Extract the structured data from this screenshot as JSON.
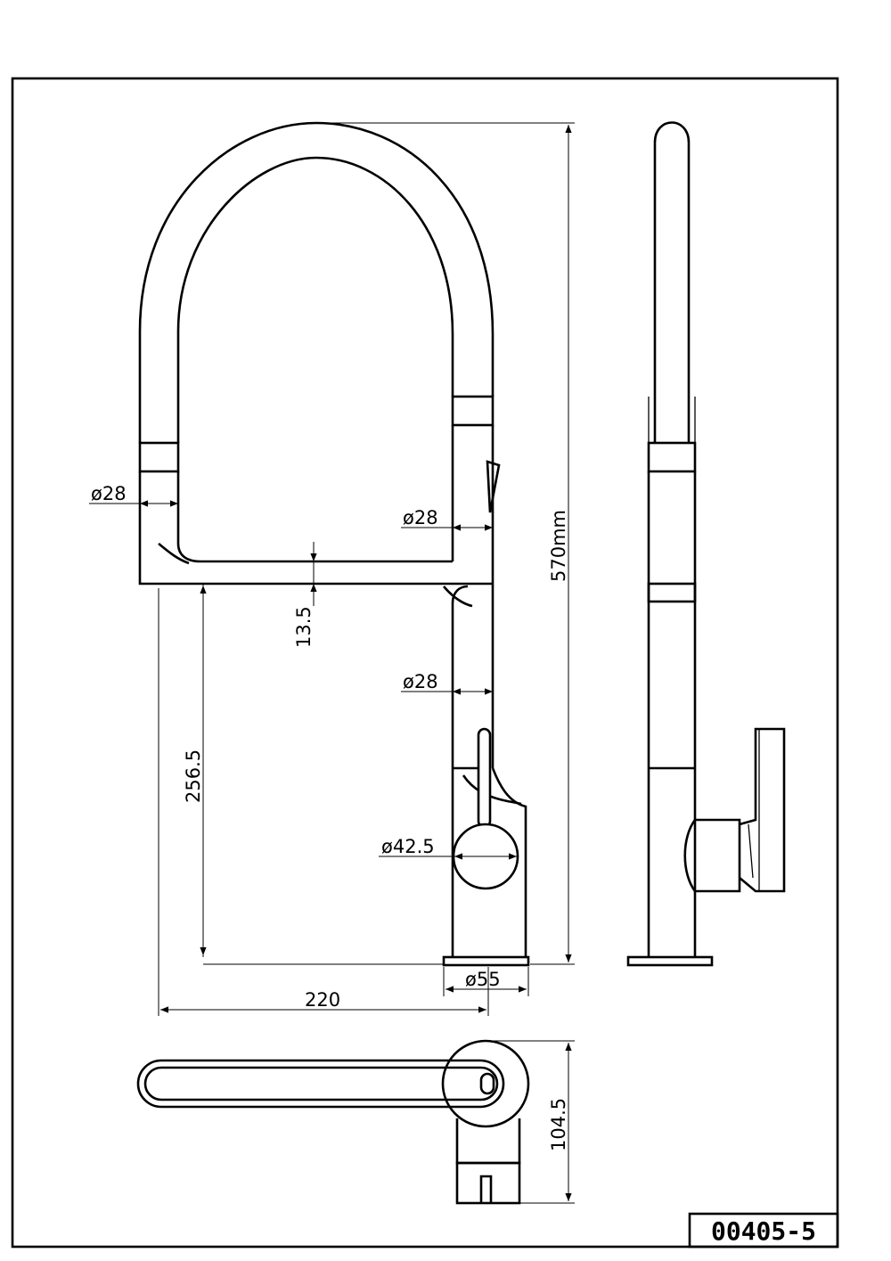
{
  "dimensions": {
    "hose_diameter_left": "ø28",
    "hose_diameter_right": "ø28",
    "spout_gap": "13.5",
    "body_diameter": "ø28",
    "spout_height": "256.5",
    "handle_diameter": "ø42.5",
    "total_height": "570mm",
    "base_diameter": "ø55",
    "reach": "220",
    "top_view_depth": "104.5"
  },
  "model_code": "00405-5"
}
